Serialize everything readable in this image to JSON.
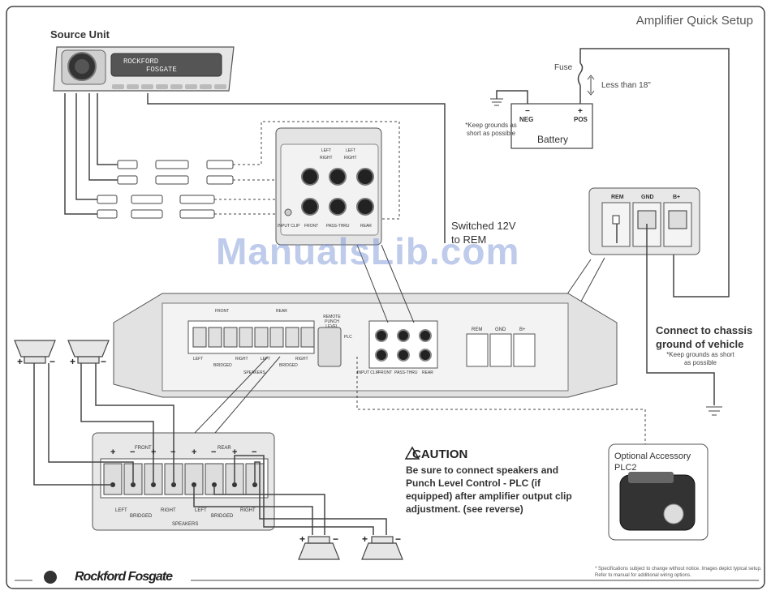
{
  "title": "Amplifier Quick Setup",
  "source_unit": {
    "label": "Source Unit",
    "display_line1": "ROCKFORD",
    "display_line2": "FOSGATE"
  },
  "battery": {
    "label": "Battery",
    "neg": "NEG",
    "pos": "POS",
    "neg_sign": "−",
    "pos_sign": "+"
  },
  "fuse": {
    "label": "Fuse",
    "distance": "Less than 18\""
  },
  "grounds_note": "*Keep grounds as short as possible",
  "remote": {
    "line1": "Switched 12V",
    "line2": "to REM"
  },
  "power_terminals": [
    "REM",
    "GND",
    "B+"
  ],
  "chassis": {
    "label": "Connect to chassis ground of vehicle",
    "note": "*Keep grounds as short as possible"
  },
  "rca_panel": {
    "left": "LEFT",
    "right": "RIGHT",
    "input_clip": "INPUT CLIP",
    "front": "FRONT",
    "pass_thru": "PASS-THRU",
    "rear": "REAR"
  },
  "amp_panel": {
    "front": "FRONT",
    "rear": "REAR",
    "left": "LEFT",
    "right": "RIGHT",
    "bridged": "BRIDGED",
    "speakers": "SPEAKERS",
    "remote_punch": "REMOTE PUNCH LEVEL",
    "plc": "PLC"
  },
  "speaker_terminals": {
    "front": "FRONT",
    "rear": "REAR",
    "left": "LEFT",
    "right": "RIGHT",
    "bridged": "BRIDGED",
    "speakers": "SPEAKERS",
    "plus": "+",
    "minus": "−"
  },
  "caution": {
    "heading": "CAUTION",
    "text": "Be sure to connect speakers and Punch Level Control - PLC (if equipped) after amplifier output clip adjustment. (see reverse)"
  },
  "accessory": {
    "label": "Optional Accessory PLC2"
  },
  "footer": {
    "brand": "Rockford Fosgate",
    "specs": "* Specifications subject to change without notice. Images depict typical setup. Refer to manual for additional wiring options."
  },
  "watermark": "ManualsLib.com",
  "colors": {
    "line": "#333333",
    "panel": "#e8e8e8",
    "watermark": "#6e8cd2"
  }
}
